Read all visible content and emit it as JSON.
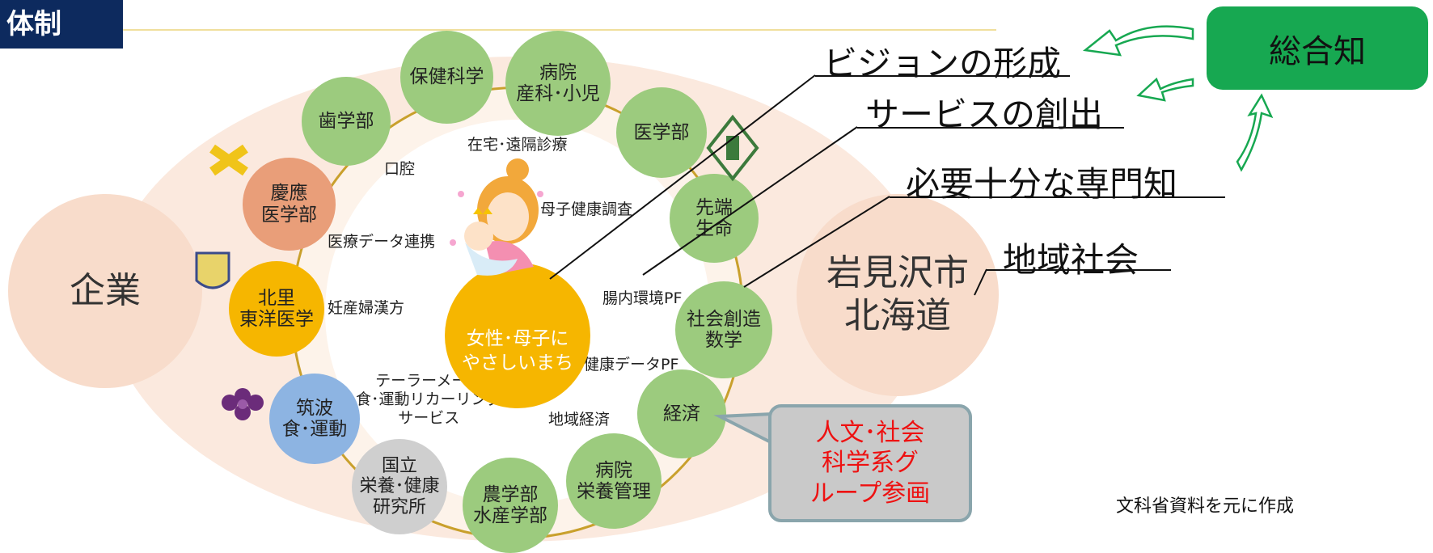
{
  "header": {
    "title": "体制"
  },
  "side": {
    "left": "企業",
    "right": "岩見沢市\n北海道"
  },
  "center": "女性･母子に\nやさしいまち",
  "nodes": {
    "hoken": "保健科学",
    "byoin_sanka": "病院\n産科･小児",
    "shigaku": "歯学部",
    "igaku": "医学部",
    "keio": "慶應\n医学部",
    "sentan": "先端\n生命",
    "kitasato": "北里\n東洋医学",
    "shakai_sosei": "社会創造\n数学",
    "tsukuba": "筑波\n食･運動",
    "keizai": "経済",
    "kokuritsu": "国立\n栄養･健康\n研究所",
    "byoin_eiyo": "病院\n栄養管理",
    "nogaku": "農学部\n水産学部"
  },
  "inner_labels": {
    "zaitaku": "在宅･遠隔診療",
    "koukou": "口腔",
    "boshi": "母子健康調査",
    "iryo_data": "医療データ連携",
    "chonai": "腸内環境PF",
    "ninsanpu": "妊産婦漢方",
    "kenko_data": "健康データPF",
    "tailor": "テーラーメード\n食･運動リカーリング\nサービス",
    "chiiki_keizai": "地域経済"
  },
  "headings": {
    "vision": "ビジョンの形成",
    "service": "サービスの創出",
    "senmon": "必要十分な専門知",
    "chiiki": "地域社会"
  },
  "sogo": "総合知",
  "callout": "人文･社会\n科学系グ\nループ参画",
  "source": "文科省資料を元に作成",
  "colors": {
    "header_bg": "#0d2a5e",
    "green": "#9ccb7e",
    "gold": "#f6b600",
    "sogo_green": "#17a851",
    "callout_text": "#e11111"
  }
}
